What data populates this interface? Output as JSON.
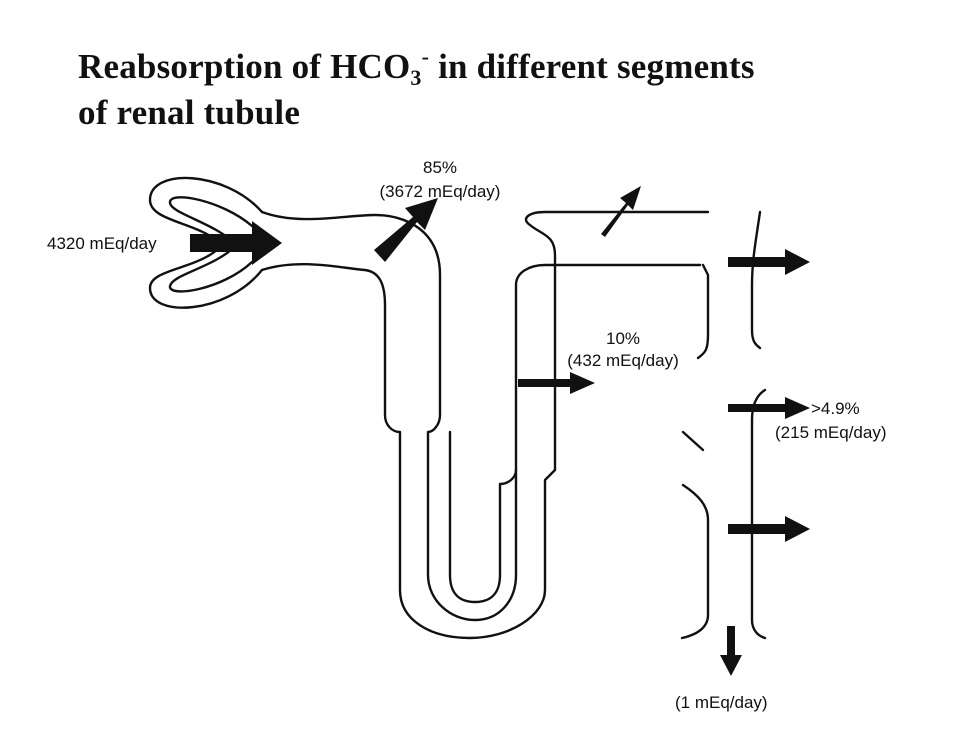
{
  "title": {
    "part1": "Reabsorption of HCO",
    "sub": "3",
    "sup": "-",
    "part2": " in different segments",
    "line2": "of renal tubule"
  },
  "labels": {
    "filtered": "4320 mEq/day",
    "proximal_pct": "85%",
    "proximal_amount": "(3672 mEq/day)",
    "loop_pct": "10%",
    "loop_amount": "(432 mEq/day)",
    "distal_pct": ">4.9%",
    "distal_amount": "(215 mEq/day)",
    "excreted": "(1 mEq/day)"
  }
}
